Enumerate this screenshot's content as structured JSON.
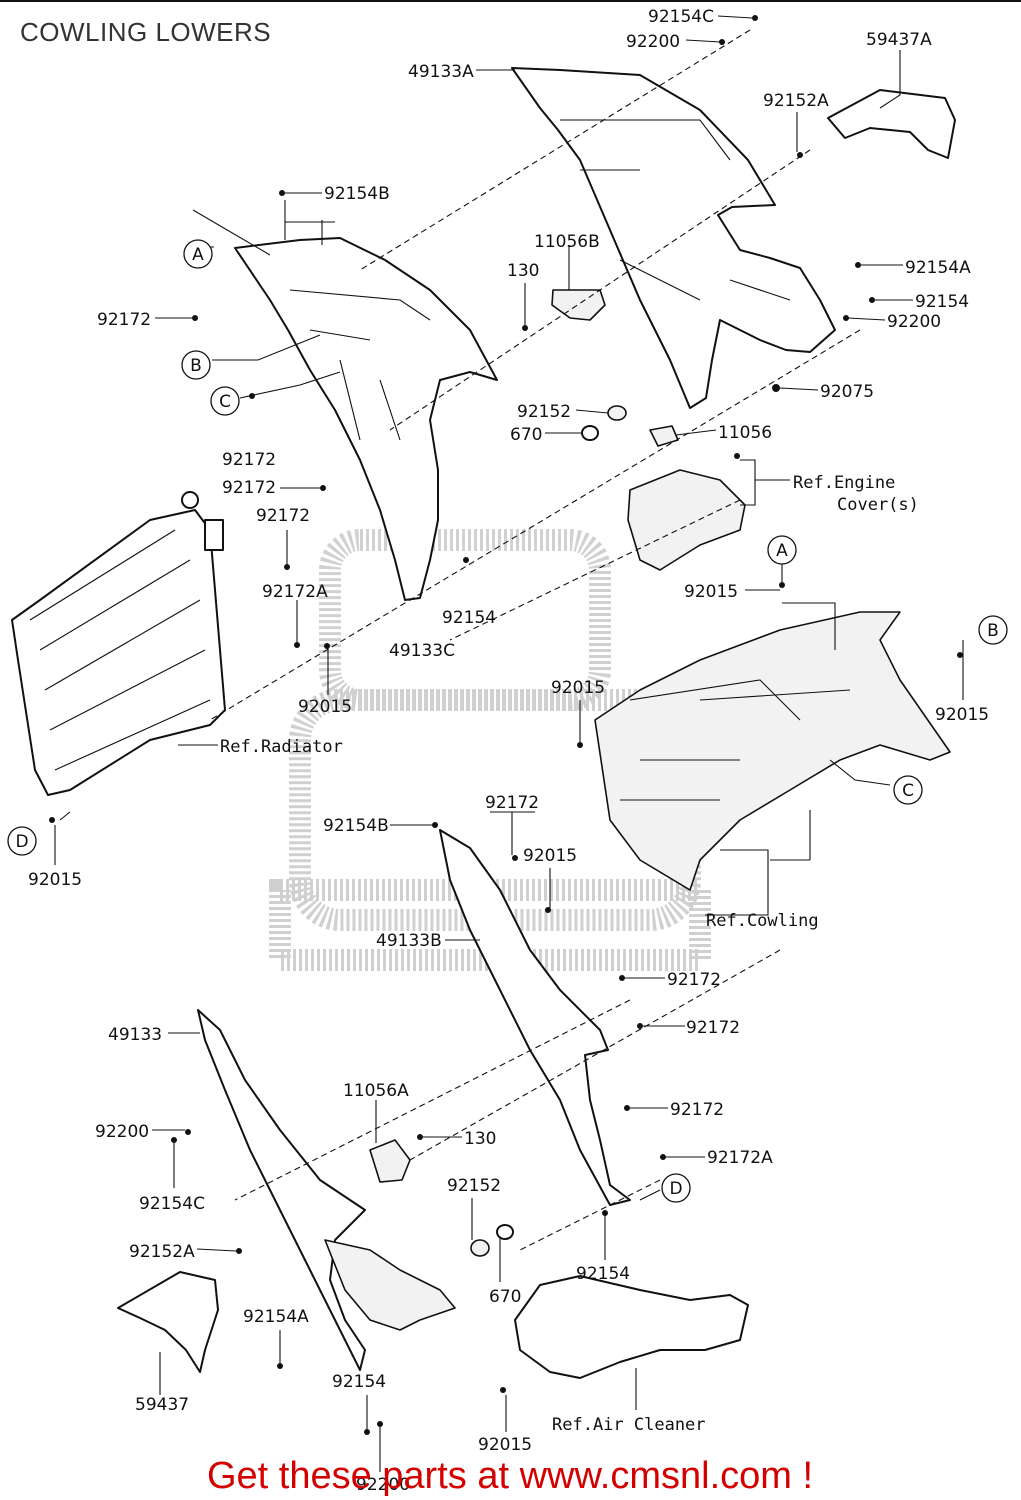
{
  "title": "COWLING LOWERS",
  "footer": "Get these parts at www.cmsnl.com !",
  "callouts": {
    "A1": "A",
    "B1": "B",
    "C1": "C",
    "A2": "A",
    "B2": "B",
    "C2": "C",
    "D1": "D",
    "D2": "D"
  },
  "parts": {
    "p92154C_top": "92154C",
    "p92200_top": "92200",
    "p49133A": "49133A",
    "p59437A": "59437A",
    "p92152A_top": "92152A",
    "p92154B_top": "92154B",
    "p11056B": "11056B",
    "p130_top": "130",
    "p92154A_top": "92154A",
    "p92154_top": "92154",
    "p92200_mid": "92200",
    "p92172_a": "92172",
    "p92075": "92075",
    "p92152_top": "92152",
    "p670_top": "670",
    "p11056": "11056",
    "p92172_b": "92172",
    "p92172_c": "92172",
    "p92172_d": "92172",
    "p92172A_top": "92172A",
    "p92154_mid": "92154",
    "p49133C": "49133C",
    "p92015_a": "92015",
    "p92015_b": "92015",
    "p92015_c": "92015",
    "p92015_d": "92015",
    "p92015_e": "92015",
    "p92015_f": "92015",
    "p92172_e": "92172",
    "p92154B_mid": "92154B",
    "p49133B": "49133B",
    "p92172_f": "92172",
    "p92172_g": "92172",
    "p49133": "49133",
    "p92172_h": "92172",
    "p92172A_bot": "92172A",
    "p11056A": "11056A",
    "p130_bot": "130",
    "p92200_bot": "92200",
    "p92154C_bot": "92154C",
    "p92152_bot": "92152",
    "p92152A_bot": "92152A",
    "p670_bot": "670",
    "p92154_bot1": "92154",
    "p92154A_bot": "92154A",
    "p92154_bot2": "92154",
    "p59437": "59437",
    "p92015_g": "92015",
    "p92200_last": "92200"
  },
  "refs": {
    "engine_1": "Ref.Engine",
    "engine_2": "Cover(s)",
    "radiator": "Ref.Radiator",
    "cowling": "Ref.Cowling",
    "air_cleaner": "Ref.Air Cleaner"
  }
}
